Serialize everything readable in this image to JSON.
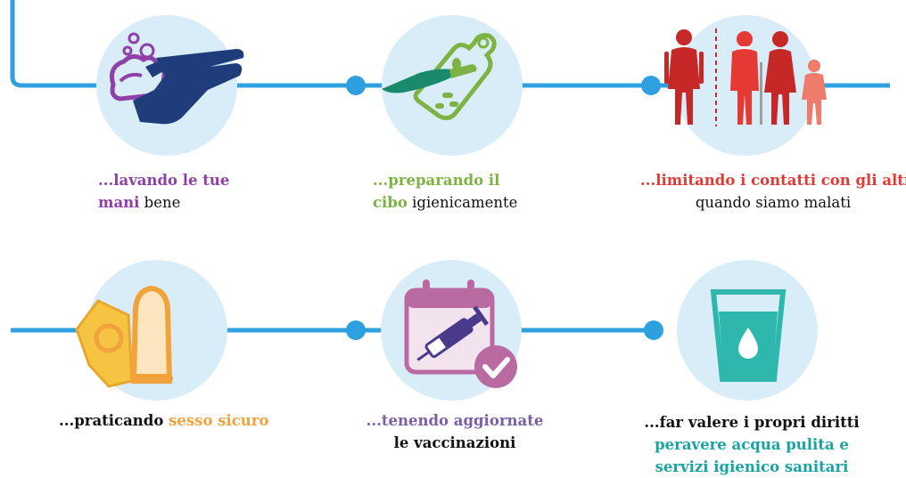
{
  "colors": {
    "line": "#2e9fdf",
    "circle": "#d9edf9",
    "purple": "#8e3fa8",
    "green": "#7cb342",
    "red": "#e53935",
    "orange": "#f2a23a",
    "violet": "#7b5ea7",
    "teal": "#1aa3a3",
    "dark": "#111111"
  },
  "items": [
    {
      "id": "handwash",
      "icon": "hands-washing-icon",
      "line1_hi": "...lavando le tue",
      "line2_hi": "mani",
      "line2_rest": " bene"
    },
    {
      "id": "food",
      "icon": "cutting-board-knife-icon",
      "line1_hi": "...preparando il",
      "line2_hi": "cibo",
      "line2_rest": " igienicamente"
    },
    {
      "id": "contacts",
      "icon": "people-separated-icon",
      "line1_hi": "...limitando i contatti con gli altri",
      "line2_rest": "quando siamo malati"
    },
    {
      "id": "safesex",
      "icon": "condom-icon",
      "line1_lead": "...praticando ",
      "line1_hi": "sesso sicuro"
    },
    {
      "id": "vaccines",
      "icon": "calendar-syringe-icon",
      "line1_hi": "...tenendo aggiornate",
      "line2_rest": "le vaccinazioni"
    },
    {
      "id": "water",
      "icon": "water-glass-icon",
      "line1_lead": "...far valere i propri diritti",
      "line2_hi": "peravere acqua pulita e",
      "line3_hi": "servizi igienico sanitari"
    }
  ]
}
